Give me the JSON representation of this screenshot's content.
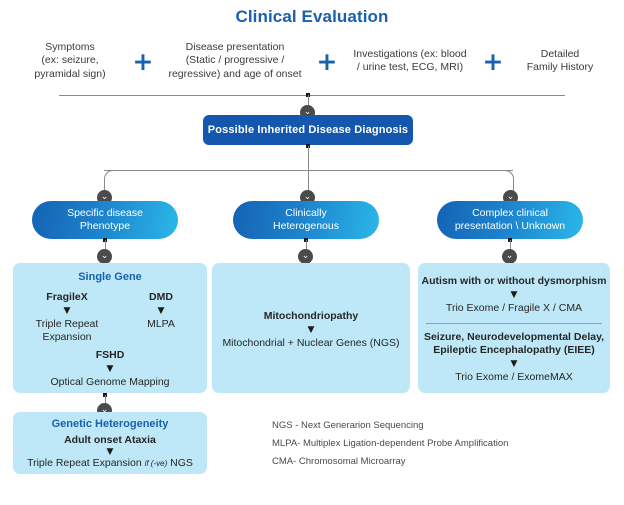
{
  "title": "Clinical Evaluation",
  "criteria": {
    "items": [
      {
        "lines": [
          "Symptoms",
          "(ex:  seizure,",
          "pyramidal sign)"
        ]
      },
      {
        "lines": [
          "Disease presentation",
          "(Static / progressive /",
          "regressive) and age of onset"
        ]
      },
      {
        "lines": [
          "Investigations (ex: blood",
          "/ urine test, ECG, MRI)"
        ]
      },
      {
        "lines": [
          "Detailed",
          "Family History"
        ]
      }
    ],
    "separator": "+"
  },
  "diagnosis_box": {
    "label": "Possible Inherited Disease Diagnosis"
  },
  "branches": [
    {
      "lines": [
        "Specific disease",
        "Phenotype"
      ]
    },
    {
      "lines": [
        "Clinically",
        "Heterogenous"
      ]
    },
    {
      "lines": [
        "Complex clinical",
        "presentation \\ Unknown"
      ]
    }
  ],
  "panels": {
    "single_gene": {
      "heading": "Single Gene",
      "left_test": "FragileX",
      "left_method_line1": "Triple Repeat",
      "left_method_line2": "Expansion",
      "right_test": "DMD",
      "right_method": "MLPA",
      "bottom_test": "FSHD",
      "bottom_method": "Optical Genome Mapping"
    },
    "mitochondrial": {
      "test": "Mitochondriopathy",
      "method": "Mitochondrial + Nuclear Genes (NGS)"
    },
    "complex": {
      "group1_test": "Autism with or without dysmorphism",
      "group1_method": "Trio Exome / Fragile X / CMA",
      "group2_test_line1": "Seizure, Neurodevelopmental Delay,",
      "group2_test_line2": "Epileptic Encephalopathy (EIEE)",
      "group2_method": "Trio Exome / ExomeMAX"
    },
    "genetic_heterogeneity": {
      "heading": "Genetic Heterogeneity",
      "test": "Adult onset Ataxia",
      "method_prefix": "Triple Repeat Expansion ",
      "method_italic": "if (-ve)",
      "method_suffix": " NGS"
    }
  },
  "arrow_glyph": "▼",
  "chevron_glyph": "⌄",
  "legend": {
    "lines": [
      "NGS - Next Generarion Sequencing",
      "MLPA- Multiplex Ligation-dependent Probe Amplification",
      "CMA- Chromosomal Microarray"
    ]
  },
  "colors": {
    "title_blue": "#1A60AE",
    "box_blue": "#1358AE",
    "pill_start": "#1463B4",
    "pill_end": "#2BB7E8",
    "panel_bg": "#BEE8F7",
    "connector": "#8a8a8a"
  }
}
